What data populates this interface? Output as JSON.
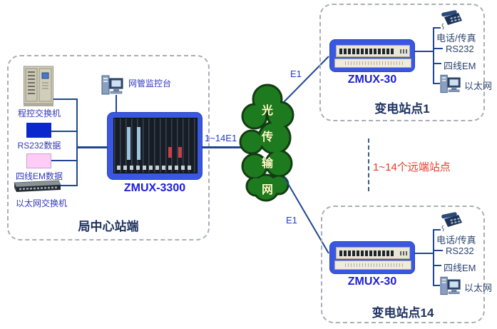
{
  "center_site": {
    "title": "局中心站端",
    "pbx_label": "程控交换机",
    "rs232_label": "RS232数据",
    "em_label": "四线EM数据",
    "eth_switch_label": "以太网交换机",
    "nms_label": "网管监控台",
    "mux_label": "ZMUX-3300"
  },
  "cloud": {
    "label": "光传输网",
    "chars": [
      "光",
      "传",
      "输",
      "网"
    ]
  },
  "links": {
    "center_to_cloud": "1~14E1",
    "cloud_to_site1": "E1",
    "cloud_to_site14": "E1"
  },
  "remote_sites_note": "1~14个远端站点",
  "sites": [
    {
      "title": "变电站点1",
      "mux_label": "ZMUX-30",
      "ports": [
        "电话/传真",
        "RS232",
        "四线EM",
        "以太网"
      ]
    },
    {
      "title": "变电站点14",
      "mux_label": "ZMUX-30",
      "ports": [
        "电话/传真",
        "RS232",
        "四线EM",
        "以太网"
      ]
    }
  ],
  "colors": {
    "device_blue": "#3a57e2",
    "cloud_green": "#1e7a1e",
    "line_navy": "#1f4693",
    "note_red": "#e8392b",
    "rs232_fill": "#0a28cc",
    "em_fill": "#ffccf8",
    "label_blue": "#1c1cdc",
    "title_navy": "#1e3260"
  }
}
